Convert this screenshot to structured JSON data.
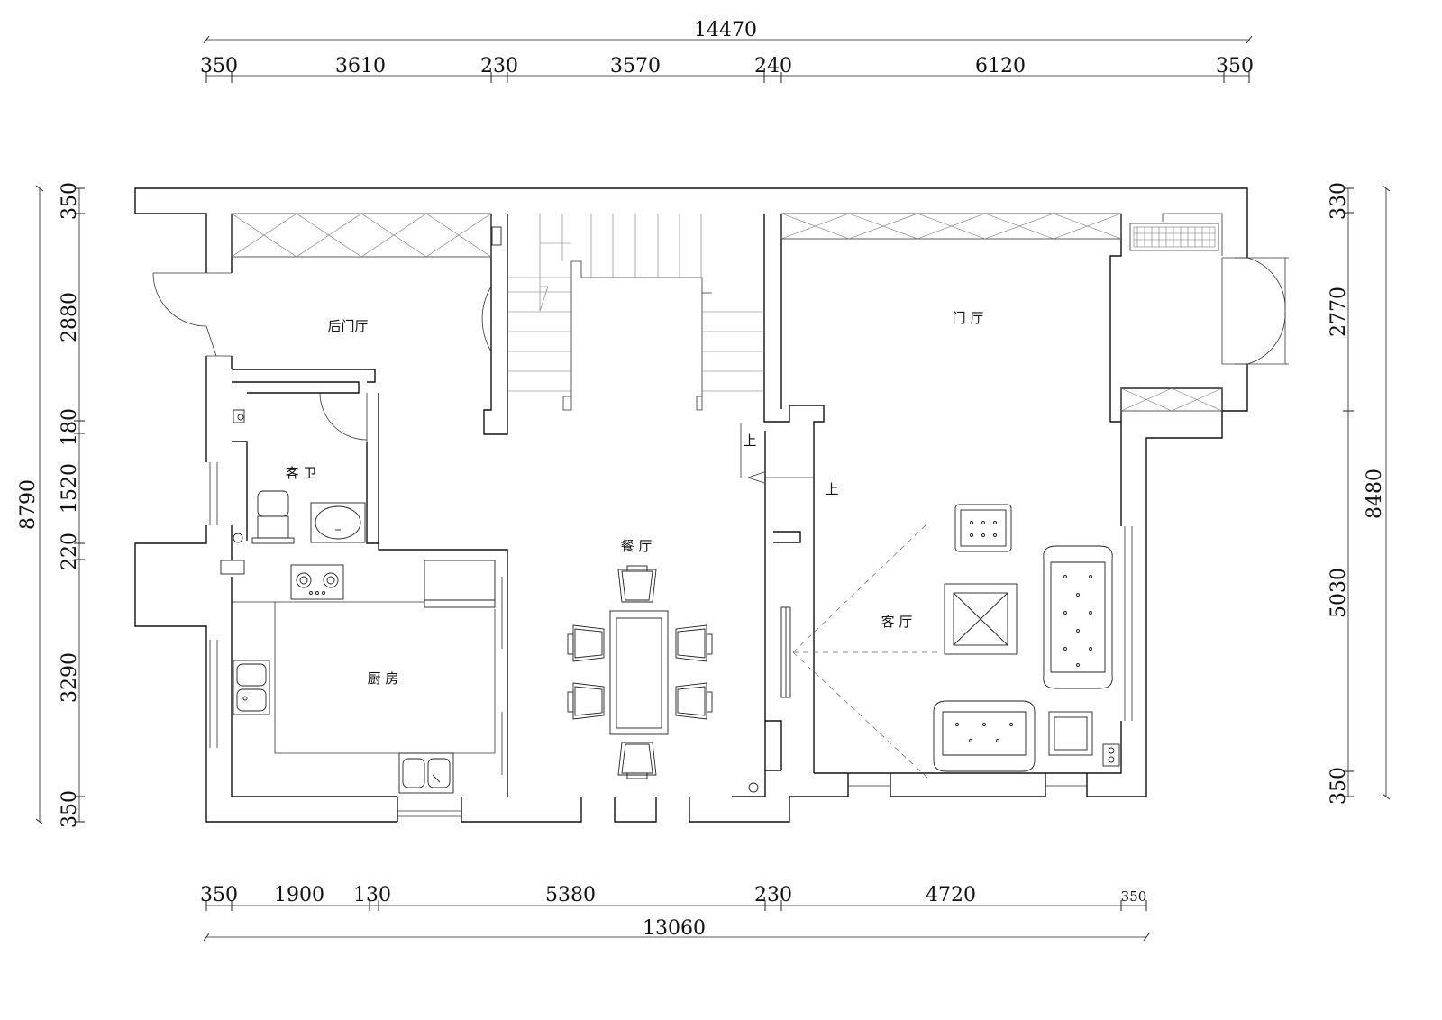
{
  "top_dimensions": {
    "total": "14470",
    "segments": [
      "350",
      "3610",
      "230",
      "3570",
      "240",
      "6120",
      "350"
    ]
  },
  "bottom_dimensions": {
    "total": "13060",
    "segments": [
      "350",
      "1900",
      "130",
      "5380",
      "230",
      "4720",
      "350"
    ]
  },
  "left_dimensions": {
    "total": "8790",
    "segments": [
      "350",
      "2880",
      "180",
      "1520",
      "220",
      "3290",
      "350"
    ]
  },
  "right_dimensions": {
    "total": "8480",
    "segments": [
      "330",
      "2770",
      "5030",
      "350"
    ]
  },
  "rooms": {
    "back_hall": "后门厅",
    "guest_bath": "客  卫",
    "dining": "餐  厅",
    "kitchen": "厨  房",
    "foyer": "门  厅",
    "living": "客  厅"
  },
  "stair_labels": {
    "up_1": "上",
    "up_2": "上"
  }
}
